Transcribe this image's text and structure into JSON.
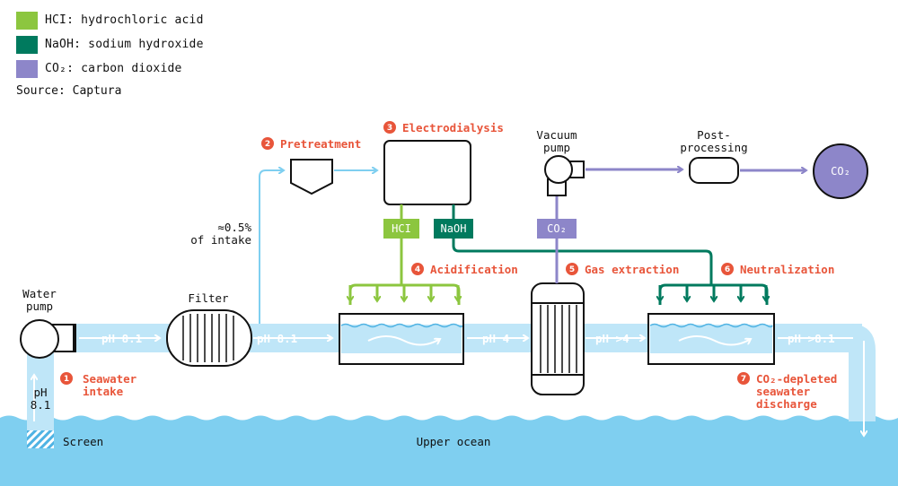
{
  "colors": {
    "hcl": "#8cc63f",
    "naoh": "#007a5e",
    "co2": "#8d86c9",
    "seawater": "#7fcff0",
    "pipe": "#bfe6f8",
    "step": "#e8553a"
  },
  "legend": [
    {
      "formula": "HCI",
      "name": ": hydrochloric acid"
    },
    {
      "formula": "NaOH",
      "name": ": sodium hydroxide"
    },
    {
      "formula": "CO₂",
      "name": ": carbon dioxide"
    }
  ],
  "source": "Source: Captura",
  "components": {
    "water_pump_line1": "Water",
    "water_pump_line2": "pump",
    "filter": "Filter",
    "vacuum_pump_line1": "Vacuum",
    "vacuum_pump_line2": "pump",
    "post_processing_line1": "Post-",
    "post_processing_line2": "processing",
    "screen": "Screen",
    "upper_ocean": "Upper ocean",
    "intake_share_line1": "≈0.5%",
    "intake_share_line2": "of intake"
  },
  "steps": [
    {
      "num": "1",
      "line1": "Seawater",
      "line2": "intake"
    },
    {
      "num": "2",
      "line1": "Pretreatment"
    },
    {
      "num": "3",
      "line1": "Electrodialysis"
    },
    {
      "num": "4",
      "line1": "Acidification"
    },
    {
      "num": "5",
      "line1": "Gas extraction"
    },
    {
      "num": "6",
      "line1": "Neutralization"
    },
    {
      "num": "7",
      "line1": "CO₂-depleted",
      "line2": "seawater",
      "line3": "discharge"
    }
  ],
  "ph_labels": {
    "after_pump": "pH 8.1",
    "after_filter": "pH 8.1",
    "after_acidification": "pH 4",
    "after_gas_extraction": "pH >4",
    "after_neutralization": "pH >8.1",
    "intake_line1": "pH",
    "intake_line2": "8.1"
  },
  "tags": {
    "hcl": "HCI",
    "naoh": "NaOH",
    "co2": "CO₂",
    "co2_product": "CO₂"
  }
}
